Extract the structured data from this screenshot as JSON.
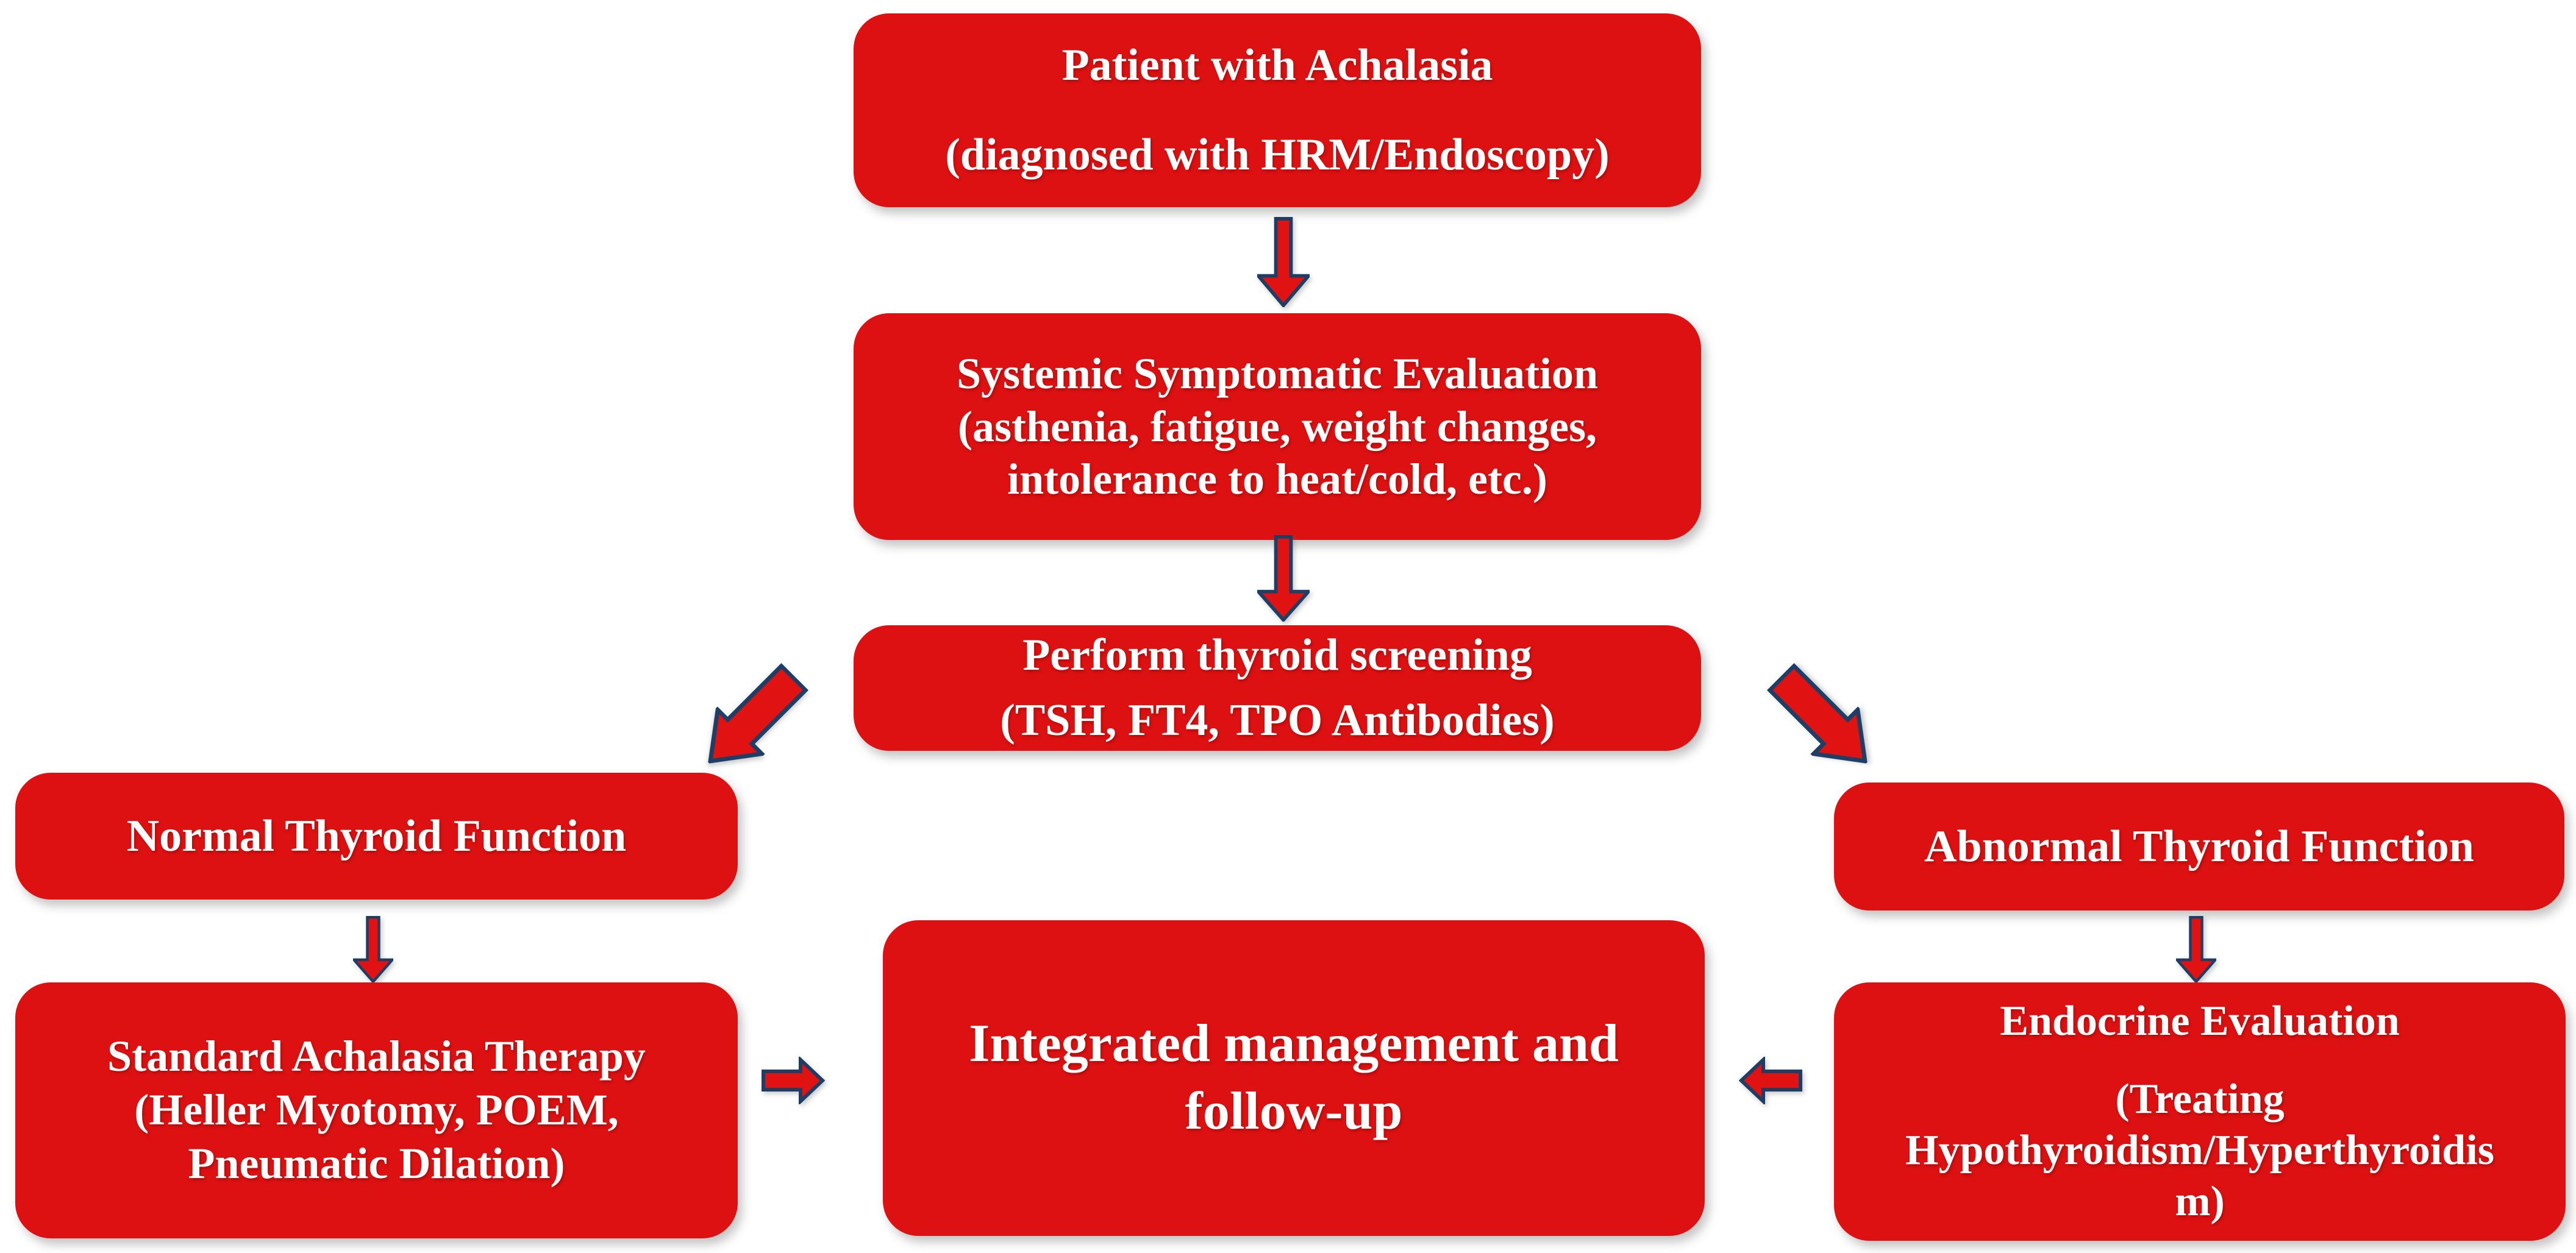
{
  "figure": {
    "background_color": "#ffffff",
    "node_fill_color": "#dd1111",
    "node_text_color": "#ffffff",
    "arrow_fill_color": "#e01212",
    "arrow_outline_color": "#1d3f66",
    "nodes": {
      "patient": {
        "lines": [
          "Patient with Achalasia",
          "(diagnosed with HRM/Endoscopy)"
        ]
      },
      "systemic": {
        "lines": [
          "Systemic Symptomatic Evaluation",
          "(asthenia, fatigue, weight changes,",
          "intolerance to heat/cold, etc.)"
        ]
      },
      "screening": {
        "lines": [
          "Perform thyroid screening",
          "(TSH, FT4, TPO Antibodies)"
        ]
      },
      "normal": {
        "lines": [
          "Normal Thyroid Function"
        ]
      },
      "standard": {
        "lines": [
          "Standard Achalasia Therapy",
          "(Heller Myotomy, POEM,",
          "Pneumatic Dilation)"
        ]
      },
      "integrated": {
        "lines": [
          "Integrated management and",
          "follow-up"
        ]
      },
      "abnormal": {
        "lines": [
          "Abnormal Thyroid Function"
        ]
      },
      "endocrine": {
        "lines": [
          "Endocrine Evaluation",
          "(Treating",
          "Hypothyroidism/Hyperthyroidis",
          "m)"
        ]
      }
    },
    "arrows": [
      {
        "name": "patient-to-systemic",
        "direction": "down"
      },
      {
        "name": "systemic-to-screening",
        "direction": "down"
      },
      {
        "name": "screening-to-normal",
        "direction": "down-left"
      },
      {
        "name": "screening-to-abnormal",
        "direction": "down-right"
      },
      {
        "name": "normal-to-standard",
        "direction": "down"
      },
      {
        "name": "abnormal-to-endocrine",
        "direction": "down"
      },
      {
        "name": "standard-to-integrated",
        "direction": "right"
      },
      {
        "name": "endocrine-to-integrated",
        "direction": "left"
      }
    ]
  }
}
